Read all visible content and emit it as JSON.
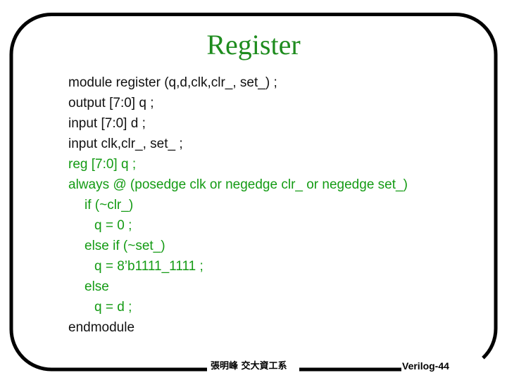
{
  "slide": {
    "title": "Register",
    "code": {
      "lines": [
        {
          "text": "module register (q,d,clk,clr_, set_) ;",
          "color": "black",
          "indent": 0
        },
        {
          "text": "output [7:0] q ;",
          "color": "black",
          "indent": 0
        },
        {
          "text": "input [7:0] d ;",
          "color": "black",
          "indent": 0
        },
        {
          "text": "input clk,clr_, set_ ;",
          "color": "black",
          "indent": 0
        },
        {
          "text": "reg [7:0] q ;",
          "color": "green",
          "indent": 0
        },
        {
          "text": "always @ (posedge clk or negedge clr_ or negedge set_)",
          "color": "green",
          "indent": 0
        },
        {
          "text": "if (~clr_)",
          "color": "green",
          "indent": 1
        },
        {
          "text": "q = 0 ;",
          "color": "green",
          "indent": 2
        },
        {
          "text": "else if (~set_)",
          "color": "green",
          "indent": 1
        },
        {
          "text": "q = 8’b1111_1111 ;",
          "color": "green",
          "indent": 2
        },
        {
          "text": "else",
          "color": "green",
          "indent": 1
        },
        {
          "text": "q = d ;",
          "color": "green",
          "indent": 2
        },
        {
          "text": "endmodule",
          "color": "black",
          "indent": 0
        }
      ]
    },
    "footer": {
      "author": "張明峰 交大資工系",
      "page_label": "Verilog-44"
    },
    "colors": {
      "title_green": "#1e8c1e",
      "code_green": "#149b14",
      "code_black": "#111111",
      "border_black": "#000000",
      "background": "#ffffff"
    }
  }
}
